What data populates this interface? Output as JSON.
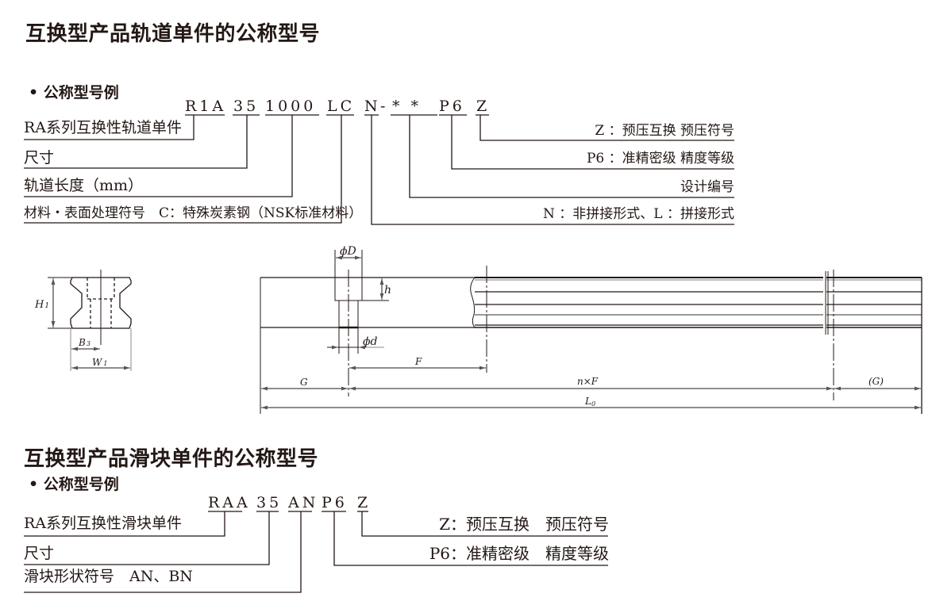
{
  "rail_section": {
    "title": "互换型产品轨道单件的公称型号",
    "example_label": "• 公称型号例",
    "code_parts": [
      "R1A",
      "35",
      "1000",
      "LC",
      "N",
      "-",
      "* *",
      "P6",
      "Z"
    ],
    "left_labels": [
      "RA系列互换性轨道单件",
      "尺寸",
      "轨道长度（mm）",
      "材料・表面处理符号　C：特殊炭素钢（NSK标准材料）"
    ],
    "right_labels": [
      "Z ：预压互换 预压符号",
      "P6 ：准精密级 精度等级",
      "设计编号",
      "N ：非拼接形式、L ：拼接形式"
    ]
  },
  "drawing": {
    "labels": {
      "H1": "H",
      "H1_sub": "1",
      "B3": "B",
      "B3_sub": "3",
      "W1": "W",
      "W1_sub": "1",
      "phiD": "ϕD",
      "phid": "ϕd",
      "h": "h",
      "F": "F",
      "G": "G",
      "nF": "n×F",
      "Gparen": "(G)",
      "L0": "L",
      "L0_sub": "0"
    }
  },
  "block_section": {
    "title": "互换型产品滑块单件的公称型号",
    "example_label": "• 公称型号例",
    "code_parts": [
      "RAA",
      "35",
      "AN",
      "P6",
      "Z"
    ],
    "left_labels": [
      "RA系列互换性滑块单件",
      "尺寸",
      "滑块形状符号　AN、BN"
    ],
    "right_labels": [
      "Z：预压互换　预压符号",
      "P6：准精密级　精度等级"
    ]
  }
}
